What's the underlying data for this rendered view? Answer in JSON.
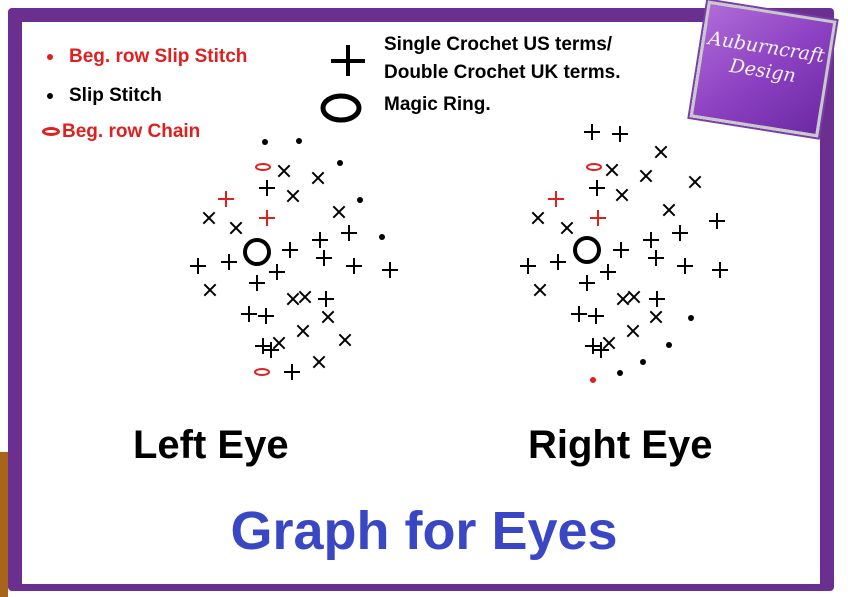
{
  "legend": {
    "beg_slip_stitch": "Beg. row Slip Stitch",
    "slip_stitch": "Slip Stitch",
    "beg_chain": "Beg. row Chain",
    "single_crochet_line1": "Single Crochet US terms/",
    "single_crochet_line2": "Double Crochet UK terms.",
    "magic_ring": "Magic Ring."
  },
  "logo": {
    "line1": "Auburncraft",
    "line2": "Design"
  },
  "left_eye_label": "Left Eye",
  "right_eye_label": "Right Eye",
  "main_title": "Graph for Eyes",
  "colors": {
    "frame": "#6a2f8f",
    "accent_red": "#e01f1f",
    "title_blue": "#3a47c4"
  }
}
